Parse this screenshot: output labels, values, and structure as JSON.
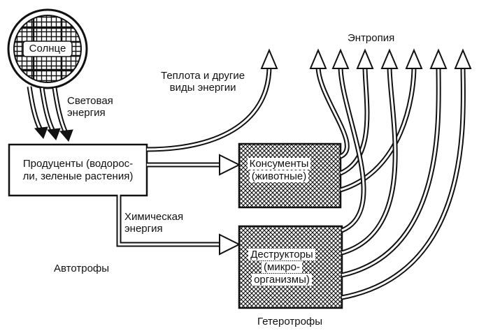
{
  "sun": {
    "label": "Солнце"
  },
  "labels": {
    "light_energy": [
      "Световая",
      "энергия"
    ],
    "heat": [
      "Теплота и другие",
      "виды энергии"
    ],
    "entropy": "Энтропия",
    "chemical": [
      "Химическая",
      "энергия"
    ],
    "autotrophs": "Автотрофы",
    "heterotrophs": "Гетеротрофы"
  },
  "boxes": {
    "producers": [
      "Продуценты (водорос-",
      "ли, зеленые растения)"
    ],
    "consumers": [
      "Консументы",
      "(животные)"
    ],
    "decomposers": [
      "Деструкторы",
      "(микро-",
      "организмы)"
    ]
  },
  "colors": {
    "ink": "#111111",
    "background": "#ffffff"
  }
}
